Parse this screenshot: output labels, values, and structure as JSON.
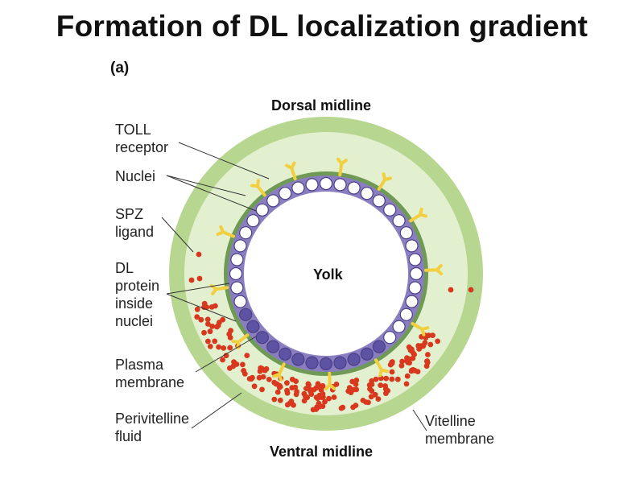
{
  "title": "Formation of DL localization gradient",
  "panel_label": "(a)",
  "labels": {
    "dorsal": "Dorsal midline",
    "ventral": "Ventral midline",
    "yolk": "Yolk",
    "toll": [
      "TOLL",
      "receptor"
    ],
    "nuclei": "Nuclei",
    "spz": [
      "SPZ",
      "ligand"
    ],
    "dl": [
      "DL",
      "protein",
      "inside",
      "nuclei"
    ],
    "plasma": [
      "Plasma",
      "membrane"
    ],
    "perivitelline": [
      "Perivitelline",
      "fluid"
    ],
    "vitelline": [
      "Vitelline",
      "membrane"
    ]
  },
  "colors": {
    "vitelline_membrane": "#b7d68f",
    "perivitelline_space": "#e3f0cf",
    "plasma_membrane": "#6f9a55",
    "cytoplasm": "#8a7dc0",
    "yolk": "#ffffff",
    "nucleus_empty": "#ffffff",
    "nucleus_dl": "#5e53a3",
    "toll_receptor": "#f2cf3f",
    "spz_ligand": "#d8381e"
  }
}
